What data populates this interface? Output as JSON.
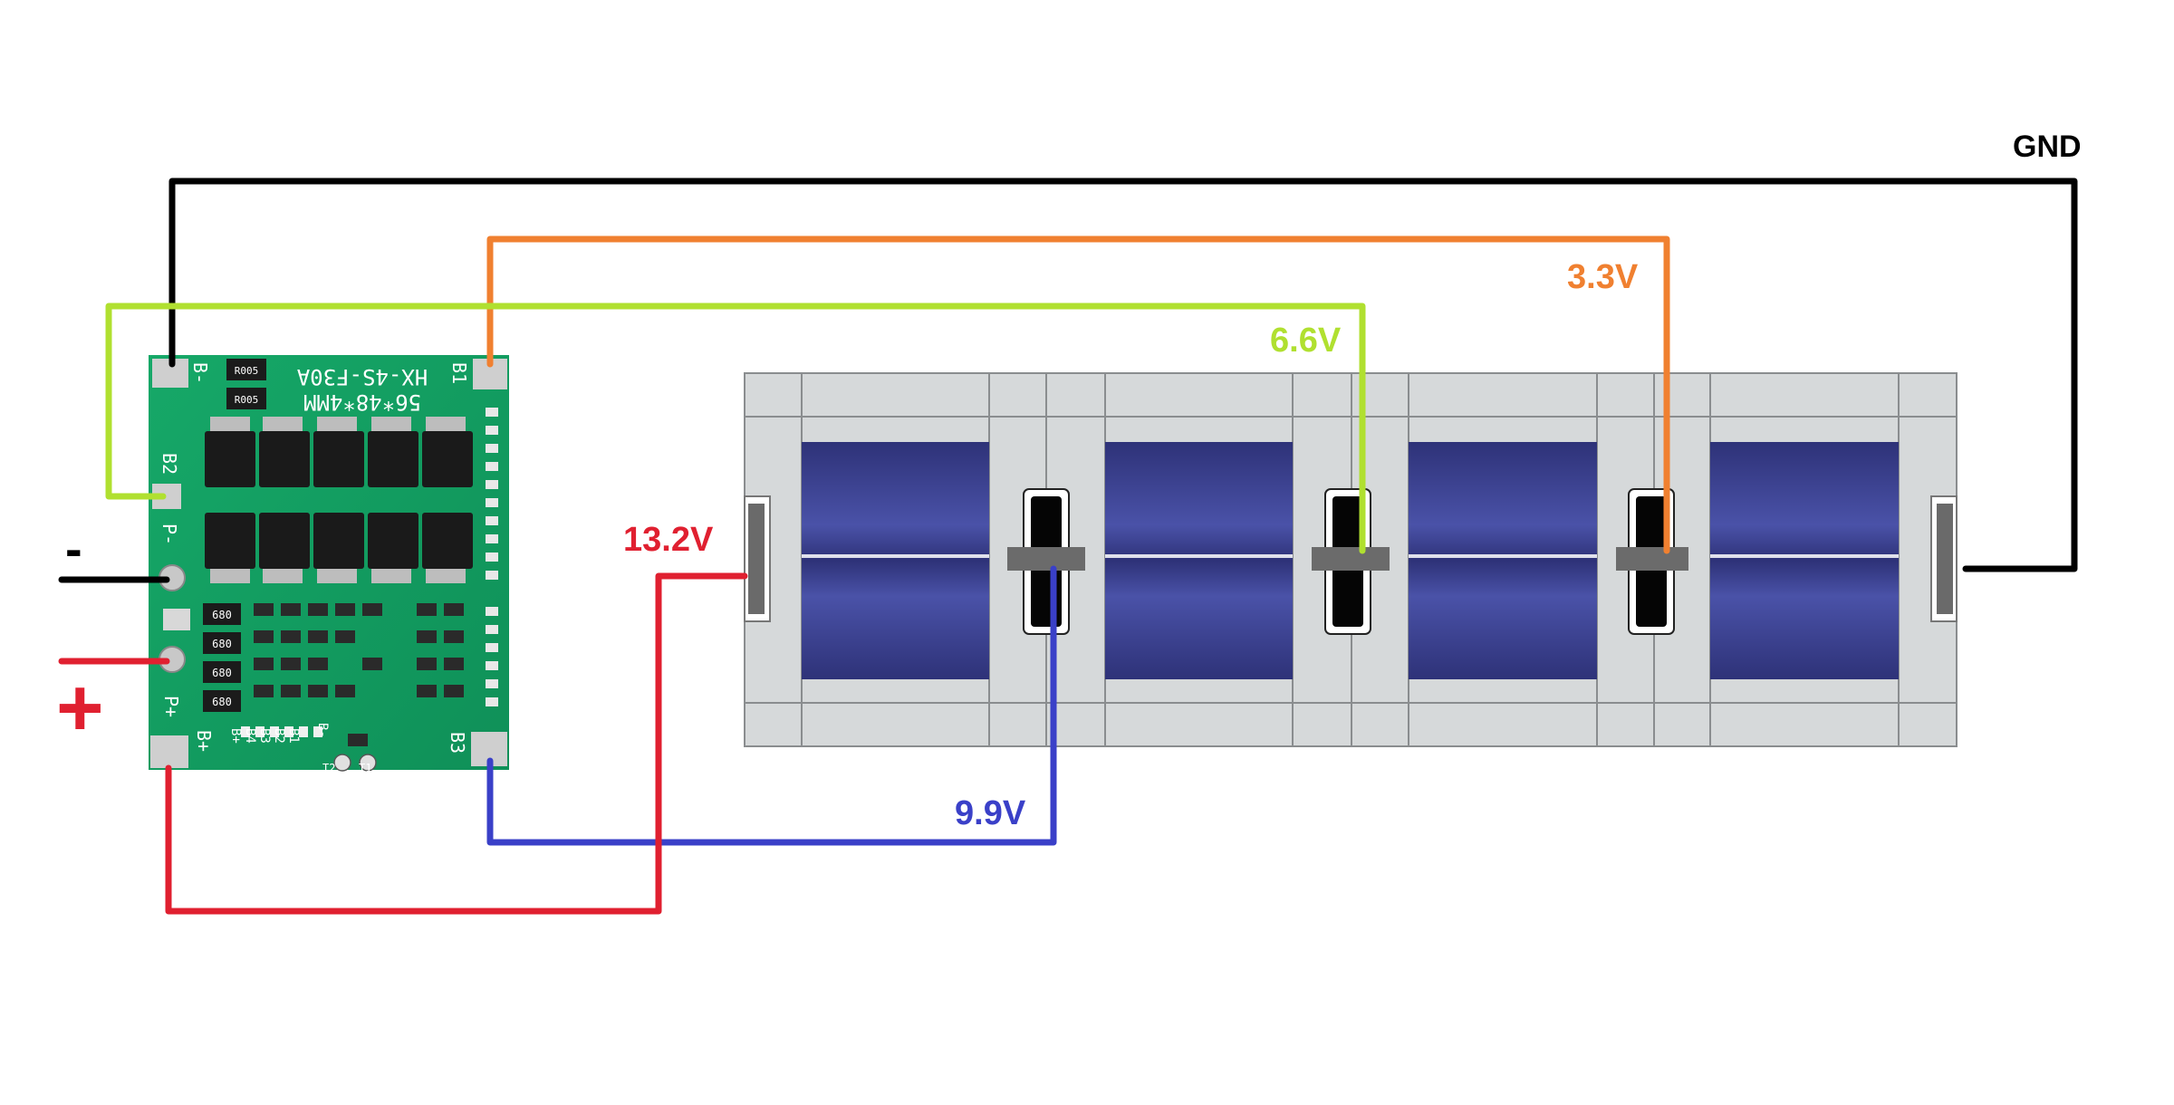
{
  "labels": {
    "gnd": "GND",
    "v33": "3.3V",
    "v66": "6.6V",
    "v99": "9.9V",
    "v132": "13.2V",
    "minus": "-",
    "plus": "+"
  },
  "board": {
    "model": "HX-4S-F30A",
    "size": "56*48*4MM",
    "pads": {
      "b_minus": "B-",
      "b1": "B1",
      "b2": "B2",
      "b3": "B3",
      "b_plus": "B+",
      "p_minus": "P-",
      "p_plus": "P+",
      "t1": "T1",
      "t2": "T2"
    },
    "resistors": [
      "R005",
      "R005"
    ],
    "shunts": [
      "680",
      "680",
      "680",
      "680"
    ],
    "bottom_header": [
      "B+",
      "B4",
      "B3",
      "B2",
      "B1",
      "B-"
    ]
  },
  "colors": {
    "gnd_wire": "#000000",
    "b1_wire": "#f08030",
    "b2_wire": "#b0e030",
    "b3_wire": "#3a40c8",
    "bplus_wire": "#e02030",
    "pcb": "#1aa66a",
    "cell": "#3a3f8f",
    "holder": "#d8dbdc"
  }
}
